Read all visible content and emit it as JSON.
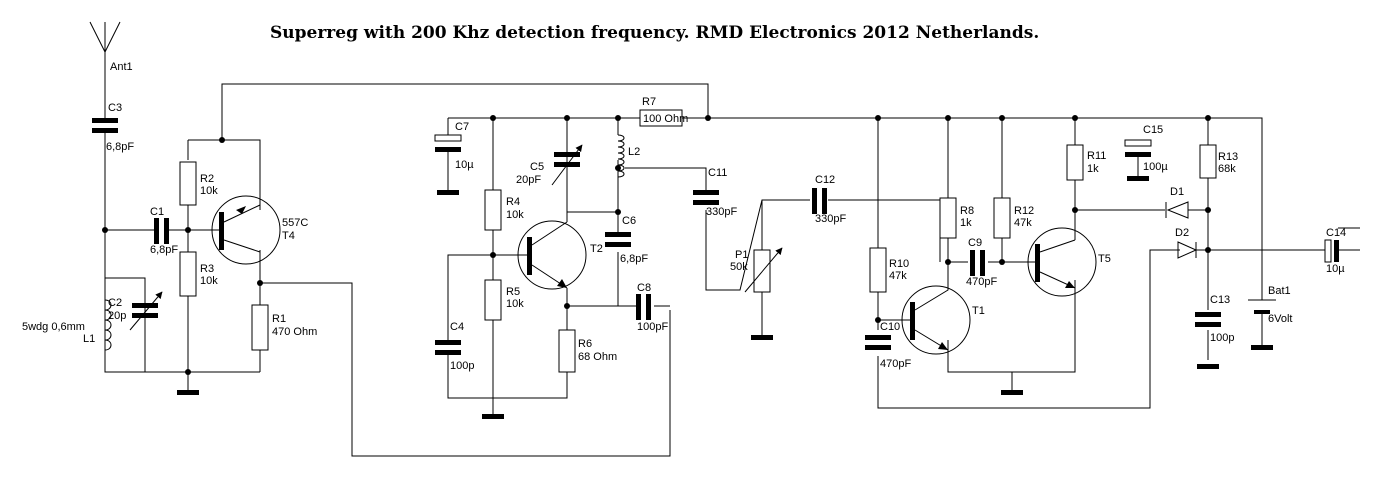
{
  "title": "Superreg with 200 Khz detection frequency. RMD Electronics 2012 Netherlands.",
  "components": {
    "ant1": {
      "ref": "Ant1"
    },
    "c3": {
      "ref": "C3",
      "value": "6,8pF"
    },
    "c1": {
      "ref": "C1",
      "value": "6,8pF"
    },
    "c2": {
      "ref": "C2",
      "value": "20p"
    },
    "l1": {
      "ref": "L1",
      "value": "5wdg 0,6mm"
    },
    "r2": {
      "ref": "R2",
      "value": "10k"
    },
    "r3": {
      "ref": "R3",
      "value": "10k"
    },
    "r1": {
      "ref": "R1",
      "value": "470 Ohm"
    },
    "t4": {
      "ref": "T4",
      "value": "557C"
    },
    "c7": {
      "ref": "C7",
      "value": "10µ"
    },
    "r7": {
      "ref": "R7",
      "value": "100 Ohm"
    },
    "c5": {
      "ref": "C5",
      "value": "20pF"
    },
    "l2": {
      "ref": "L2"
    },
    "r4": {
      "ref": "R4",
      "value": "10k"
    },
    "r5": {
      "ref": "R5",
      "value": "10k"
    },
    "t2": {
      "ref": "T2"
    },
    "c6": {
      "ref": "C6",
      "value": "6,8pF"
    },
    "c4": {
      "ref": "C4",
      "value": "100p"
    },
    "c8": {
      "ref": "C8",
      "value": "100pF"
    },
    "r6": {
      "ref": "R6",
      "value": "68 Ohm"
    },
    "c11": {
      "ref": "C11",
      "value": "330pF"
    },
    "c12": {
      "ref": "C12",
      "value": "330pF"
    },
    "p1": {
      "ref": "P1",
      "value": "50k"
    },
    "r10": {
      "ref": "R10",
      "value": "47k"
    },
    "c10": {
      "ref": "C10",
      "value": "470pF"
    },
    "r8": {
      "ref": "R8",
      "value": "1k"
    },
    "c9": {
      "ref": "C9",
      "value": "470pF"
    },
    "t1": {
      "ref": "T1"
    },
    "r12": {
      "ref": "R12",
      "value": "47k"
    },
    "t5": {
      "ref": "T5"
    },
    "r11": {
      "ref": "R11",
      "value": "1k"
    },
    "c15": {
      "ref": "C15",
      "value": "100µ"
    },
    "r13": {
      "ref": "R13",
      "value": "68k"
    },
    "d1": {
      "ref": "D1"
    },
    "d2": {
      "ref": "D2"
    },
    "c13": {
      "ref": "C13",
      "value": "100p"
    },
    "bat1": {
      "ref": "Bat1",
      "value": "6Volt"
    },
    "c14": {
      "ref": "C14",
      "value": "10µ"
    }
  }
}
